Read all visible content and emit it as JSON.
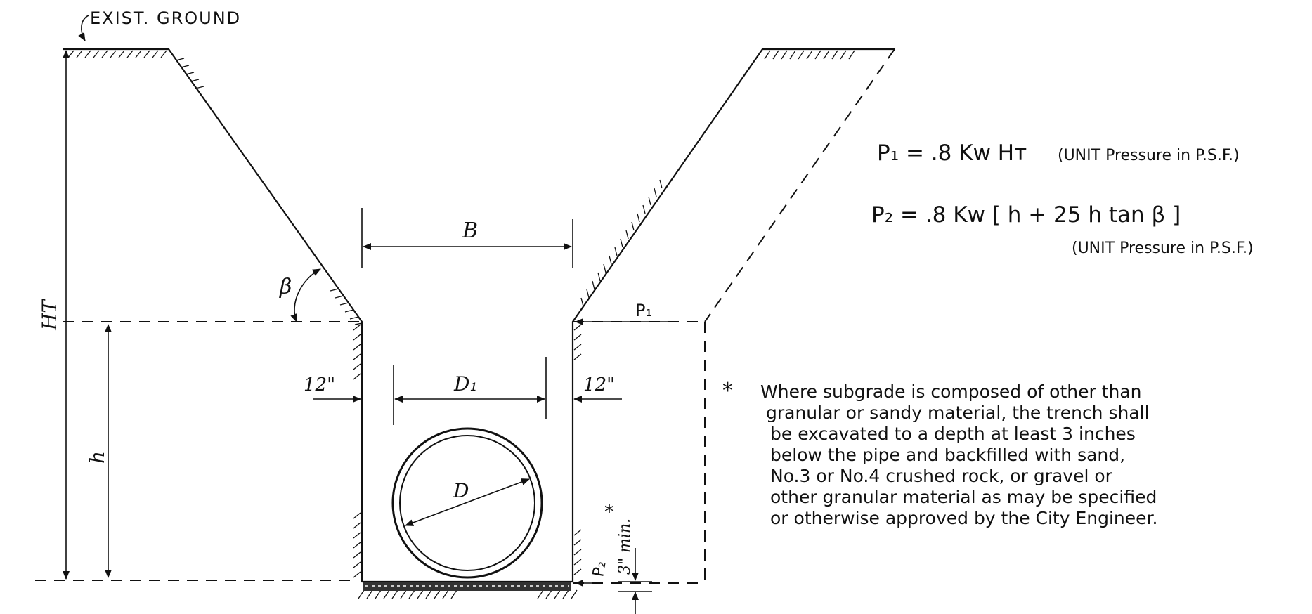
{
  "labels": {
    "exist_ground": "EXIST. GROUND",
    "b": "B",
    "beta": "β",
    "ht": "HT",
    "h": "h",
    "d1": "D₁",
    "d": "D",
    "twelve_in_left": "12\"",
    "twelve_in_right": "12\"",
    "p1": "P₁",
    "p2": "P₂",
    "three_in_min": "3\" min.",
    "star": "*"
  },
  "formulas": {
    "p1": "P₁ = .8 Kw Hᴛ",
    "p1_unit": "(UNIT Pressure in P.S.F.)",
    "p2": "P₂ = .8 Kw [ h + 25 h tan β ]",
    "p2_unit": "(UNIT Pressure in P.S.F.)"
  },
  "note": {
    "marker": "*",
    "lines": [
      "Where subgrade is composed of other than",
      "granular or sandy material, the trench shall",
      "be excavated to a depth at least 3 inches",
      "below the pipe and backfilled with sand,",
      "No.3 or No.4 crushed rock, or gravel or",
      "other granular material as may be specified",
      "or otherwise approved by the City Engineer."
    ]
  }
}
